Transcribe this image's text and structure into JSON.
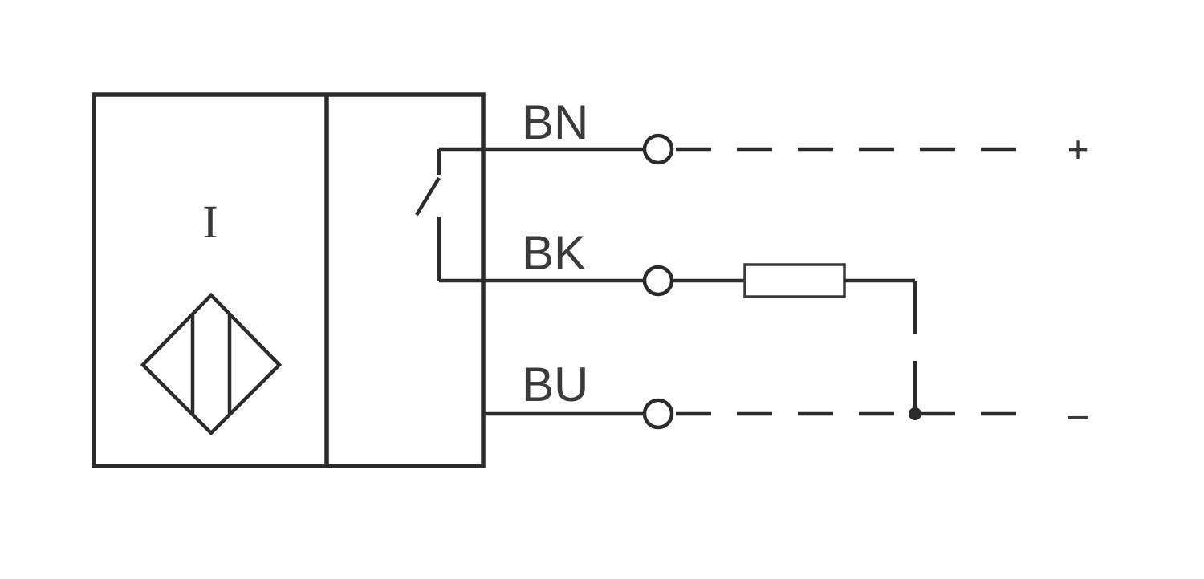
{
  "sensor": {
    "type_label": "I"
  },
  "wires": [
    {
      "id": "brown",
      "label": "BN"
    },
    {
      "id": "black",
      "label": "BK"
    },
    {
      "id": "blue",
      "label": "BU"
    }
  ],
  "supply": {
    "positive": "+",
    "negative": "–"
  }
}
